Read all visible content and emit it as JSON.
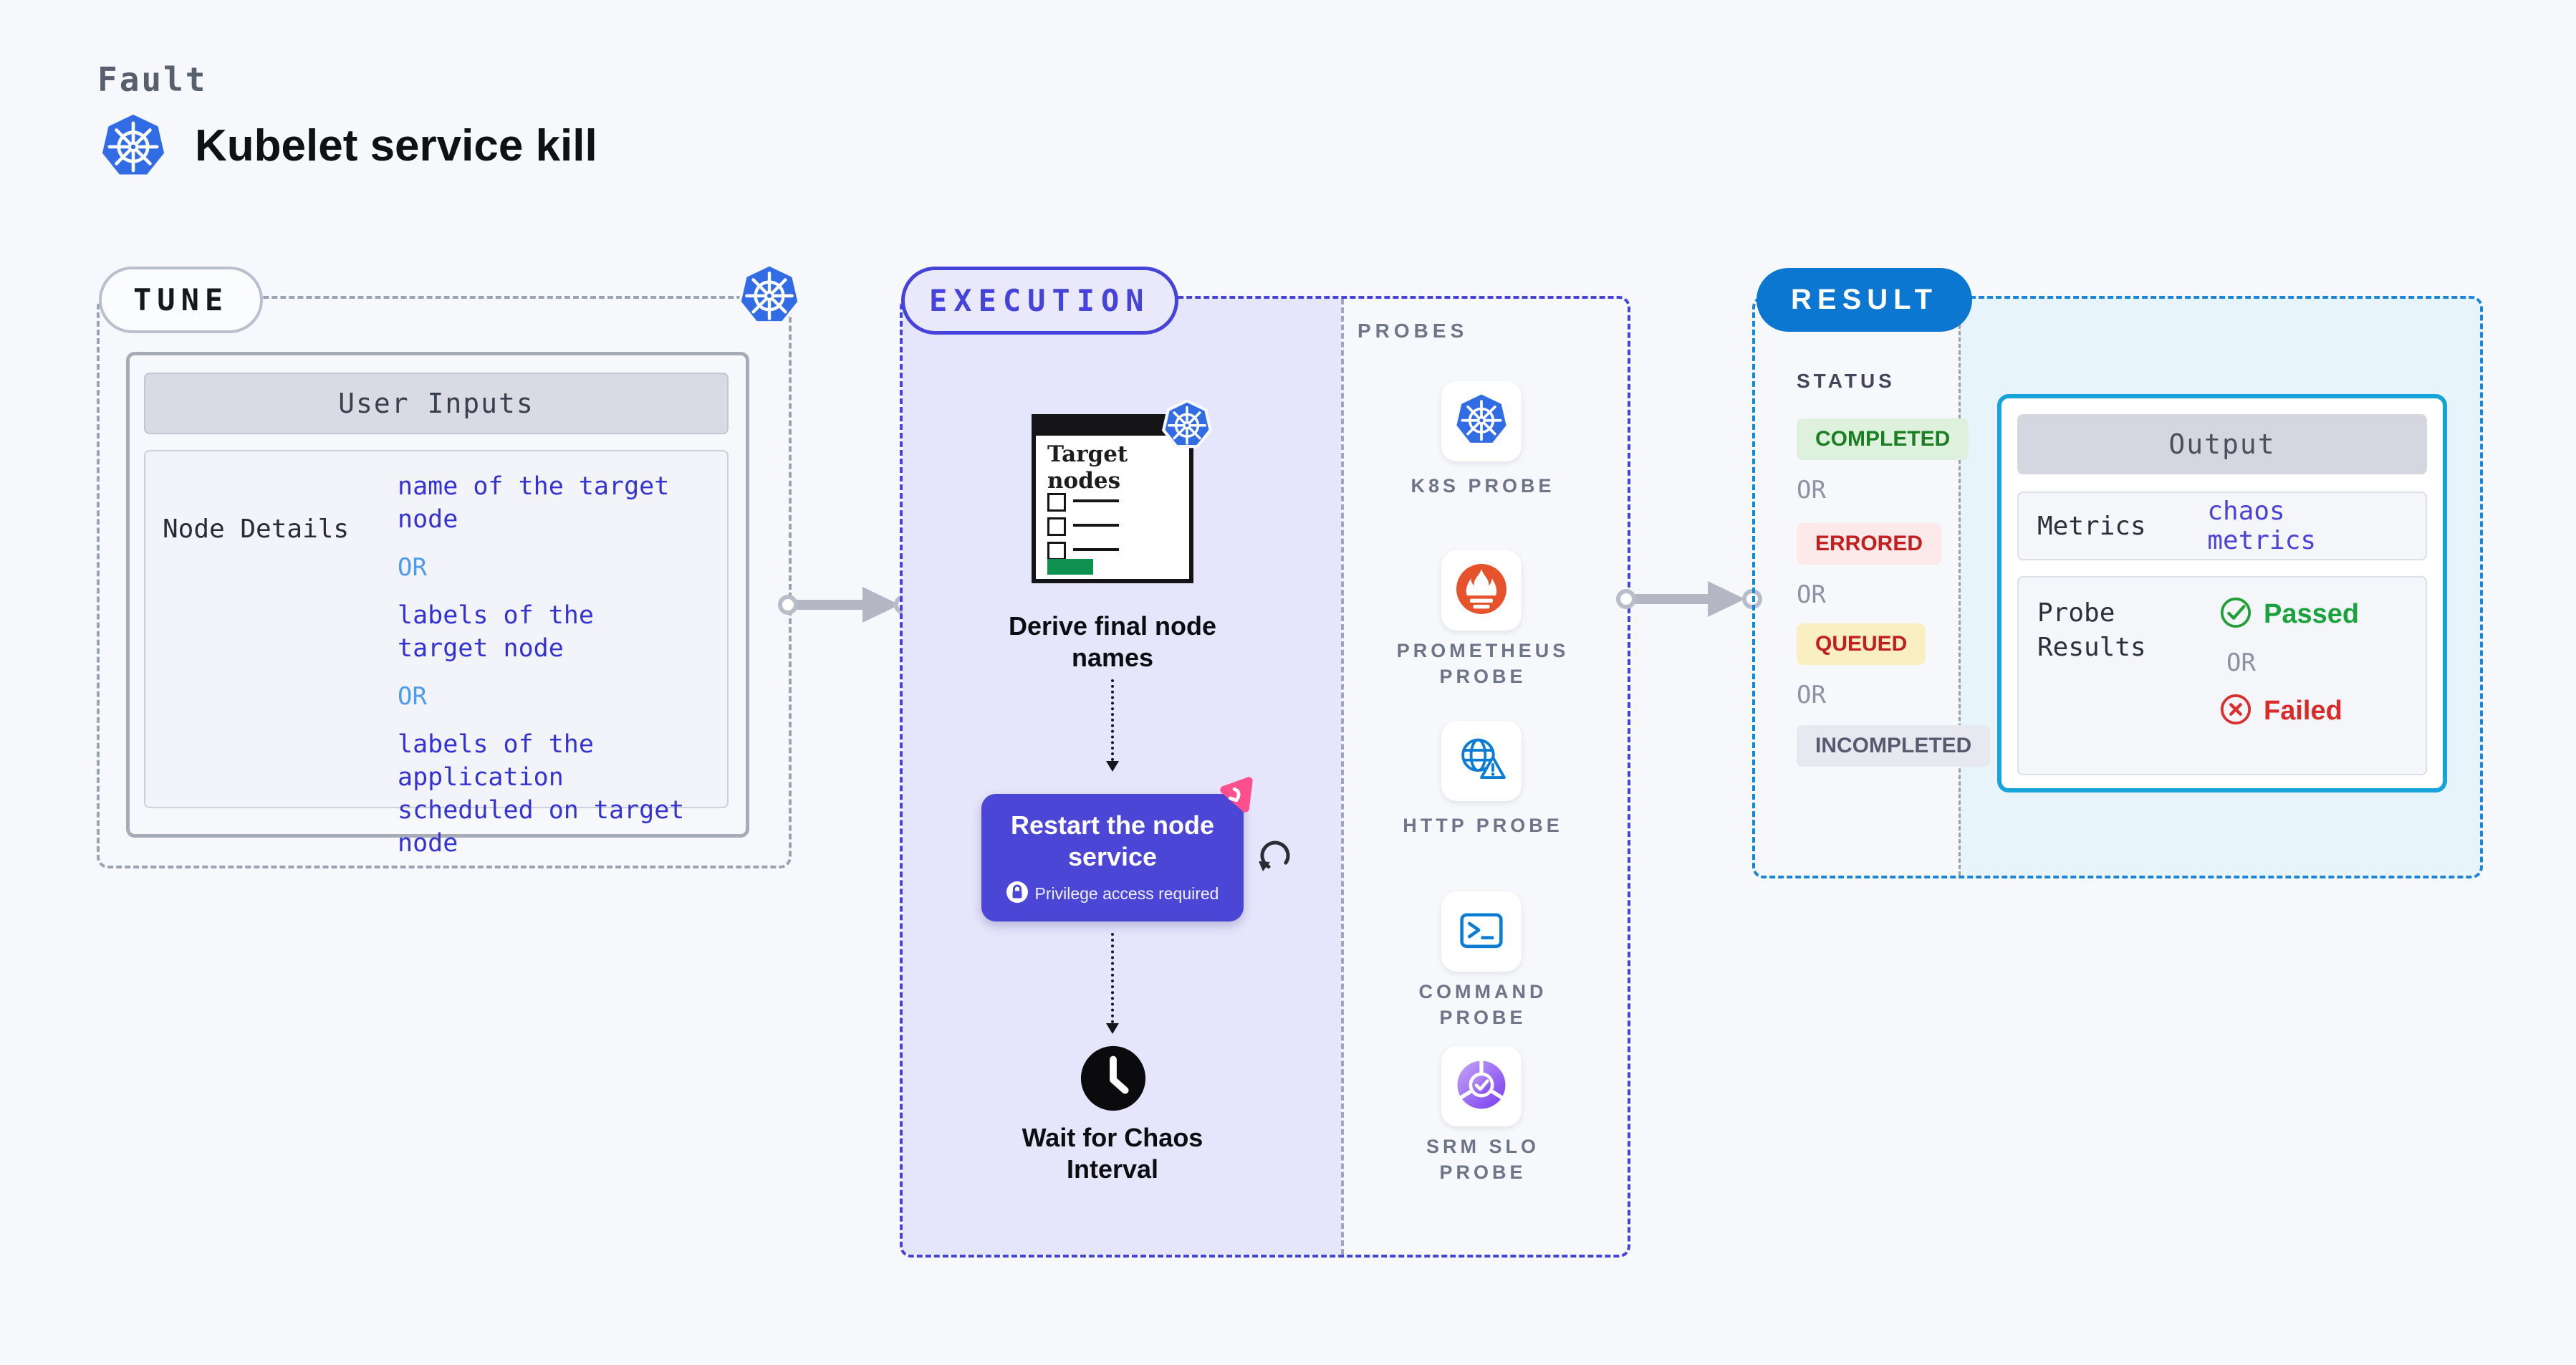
{
  "header": {
    "kicker": "Fault",
    "title": "Kubelet service kill"
  },
  "tune": {
    "badge": "TUNE",
    "card_header": "User Inputs",
    "row_label": "Node Details",
    "options": [
      {
        "kind": "value",
        "text": "name of the target\nnode"
      },
      {
        "kind": "or",
        "text": "OR"
      },
      {
        "kind": "value",
        "text": "labels of the\ntarget node"
      },
      {
        "kind": "or",
        "text": "OR"
      },
      {
        "kind": "value",
        "text": "labels of the application\n scheduled on target node"
      }
    ]
  },
  "execution": {
    "badge": "EXECUTION",
    "target_node_title": "Target nodes",
    "derive_label": "Derive final node names",
    "restart_label": "Restart the node service",
    "privilege_label": "Privilege access required",
    "wait_label": "Wait for Chaos Interval",
    "probes_heading": "PROBES",
    "probes": [
      {
        "icon": "kubernetes-icon",
        "label": "K8S PROBE"
      },
      {
        "icon": "prometheus-icon",
        "label": "PROMETHEUS\nPROBE"
      },
      {
        "icon": "http-globe-icon",
        "label": "HTTP PROBE"
      },
      {
        "icon": "terminal-icon",
        "label": "COMMAND\nPROBE"
      },
      {
        "icon": "srm-slo-icon",
        "label": "SRM SLO\nPROBE"
      }
    ]
  },
  "result": {
    "badge": "RESULT",
    "status_heading": "STATUS",
    "or_label": "OR",
    "statuses": [
      {
        "label": "COMPLETED",
        "bg": "#def1dd",
        "color": "#1b7e22"
      },
      {
        "label": "ERRORED",
        "bg": "#fce9e9",
        "color": "#c31f1f"
      },
      {
        "label": "QUEUED",
        "bg": "#f9efc3",
        "color": "#c31f1f"
      },
      {
        "label": "INCOMPLETED",
        "bg": "#e8e8f0",
        "color": "#585a70"
      }
    ],
    "output": {
      "header": "Output",
      "metrics_label": "Metrics",
      "metrics_value": "chaos metrics",
      "probe_results_label": "Probe\nResults",
      "passed": "Passed",
      "failed": "Failed"
    }
  },
  "colors": {
    "page_bg": "#f7f8fc",
    "indigo_accent": "#4543da",
    "lavender_fill": "#e5e5fb",
    "purple_node": "#4b46d6",
    "result_blue": "#0b77d0",
    "cyan_border": "#15a5da",
    "cyan_fill": "#e8f4fb",
    "kubernetes_blue": "#326ce5",
    "prometheus_orange": "#e6522c",
    "green_status": "#1b7e22",
    "red_status": "#c31f1f",
    "pink_chaos": "#fc4f8e",
    "arrow_gray": "#b4b6c4",
    "blue_value_text": "#3434d4",
    "or_blue_text": "#4e9aef"
  }
}
